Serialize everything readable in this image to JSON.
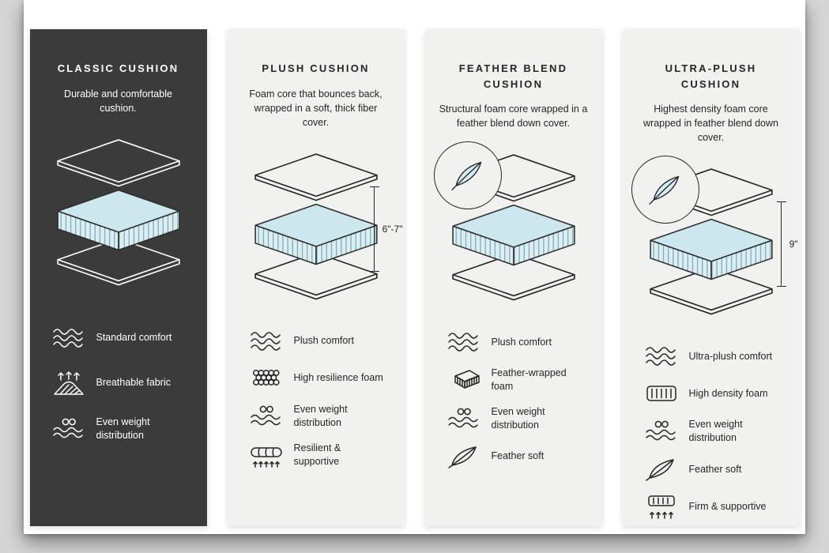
{
  "page": {
    "background_color": "#d6d6d6",
    "card_background": "#ffffff",
    "dark_panel_color": "#3b3b3b",
    "light_panel_color": "#f1f1ef",
    "foam_accent_color": "#cde7ef"
  },
  "columns": [
    {
      "title": "CLASSIC CUSHION",
      "description": "Durable and comfortable cushion.",
      "theme": "dark",
      "feather_badge": false,
      "measurement": "",
      "features": [
        {
          "icon": "wave-icon",
          "label": "Standard comfort"
        },
        {
          "icon": "breathable-icon",
          "label": "Breathable fabric"
        },
        {
          "icon": "weight-distribution-icon",
          "label": "Even weight distribution"
        }
      ]
    },
    {
      "title": "PLUSH CUSHION",
      "description": "Foam core that bounces back, wrapped in a soft, thick fiber cover.",
      "theme": "light",
      "feather_badge": false,
      "measurement": "6\"-7\"",
      "features": [
        {
          "icon": "wave-icon",
          "label": "Plush comfort"
        },
        {
          "icon": "foam-cells-icon",
          "label": "High resilience foam"
        },
        {
          "icon": "weight-distribution-icon",
          "label": "Even weight distribution"
        },
        {
          "icon": "springy-cushion-icon",
          "label": "Resilient & supportive"
        }
      ]
    },
    {
      "title": "FEATHER BLEND CUSHION",
      "description": "Structural foam core wrapped in a feather blend down cover.",
      "theme": "light",
      "feather_badge": true,
      "measurement": "",
      "features": [
        {
          "icon": "wave-icon",
          "label": "Plush comfort"
        },
        {
          "icon": "feather-foam-icon",
          "label": "Feather-wrapped foam"
        },
        {
          "icon": "weight-distribution-icon",
          "label": "Even weight distribution"
        },
        {
          "icon": "feather-icon",
          "label": "Feather soft"
        }
      ]
    },
    {
      "title": "ULTRA-PLUSH CUSHION",
      "description": "Highest density foam core wrapped in feather blend down cover.",
      "theme": "light",
      "feather_badge": true,
      "measurement": "9\"",
      "features": [
        {
          "icon": "wave-icon",
          "label": "Ultra-plush comfort"
        },
        {
          "icon": "density-foam-icon",
          "label": "High density foam"
        },
        {
          "icon": "weight-distribution-icon",
          "label": "Even weight distribution"
        },
        {
          "icon": "feather-icon",
          "label": "Feather soft"
        },
        {
          "icon": "firm-supportive-icon",
          "label": "Firm & supportive"
        }
      ]
    }
  ]
}
